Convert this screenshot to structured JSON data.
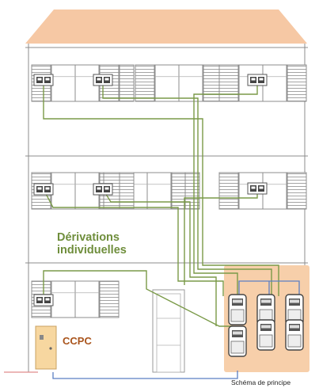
{
  "labels": {
    "derivations_line1": "Dérivations",
    "derivations_line2": "individuelles",
    "ccpc": "CCPC",
    "caption": "Schéma de principe"
  },
  "colors": {
    "roof": "#f6c8a4",
    "wall_lines": "#8c8c8c",
    "derivation_wire": "#7a9a48",
    "service_wire": "#5b7fc4",
    "supply_wire": "#e08c8c",
    "meter_zone": "#f7cfaa",
    "ccpc_box": "#f7d7a0",
    "label_green": "#6f8e3c",
    "label_ccpc": "#a9541c"
  },
  "icons": [
    "meter-panel-icon",
    "electric-meter-icon",
    "door-icon",
    "window-shutter-icon"
  ]
}
